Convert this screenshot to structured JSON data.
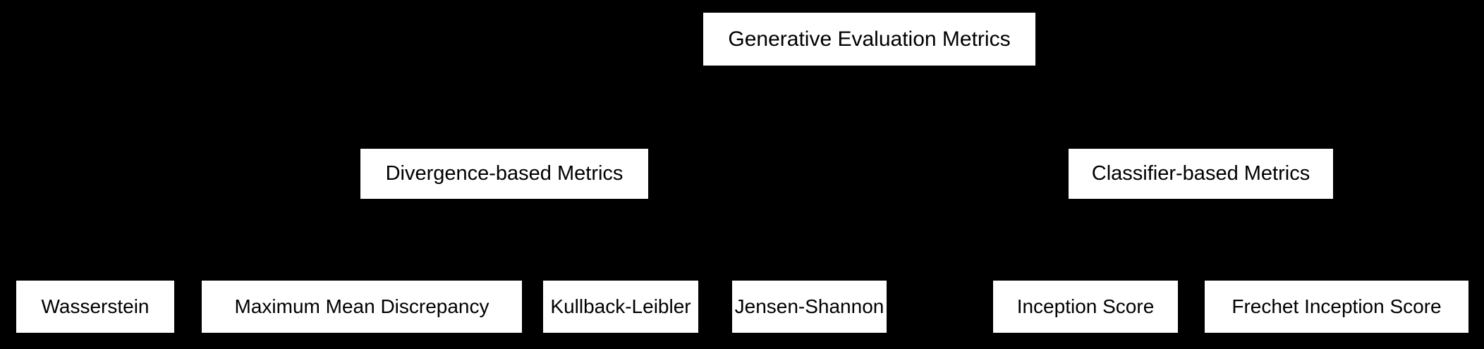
{
  "diagram": {
    "type": "tree-hierarchy",
    "background_color": "#000000",
    "node_fill_color": "#ffffff",
    "node_text_color": "#000000",
    "connector_color": "#000000",
    "root": {
      "id": "generative-evaluation-metrics",
      "label": "Generative Evaluation Metrics"
    },
    "categories": [
      {
        "id": "divergence-based-metrics",
        "label": "Divergence-based Metrics"
      },
      {
        "id": "classifier-based-metrics",
        "label": "Classifier-based Metrics"
      }
    ],
    "leaves": [
      {
        "id": "wasserstein",
        "label": "Wasserstein",
        "parent": "divergence-based-metrics"
      },
      {
        "id": "maximum-mean-discrepancy",
        "label": "Maximum Mean Discrepancy",
        "parent": "divergence-based-metrics"
      },
      {
        "id": "kullback-leibler",
        "label": "Kullback-Leibler",
        "parent": "divergence-based-metrics"
      },
      {
        "id": "jensen-shannon",
        "label": "Jensen-Shannon",
        "parent": "divergence-based-metrics"
      },
      {
        "id": "inception-score",
        "label": "Inception Score",
        "parent": "classifier-based-metrics"
      },
      {
        "id": "frechet-inception-score",
        "label": "Frechet Inception Score",
        "parent": "classifier-based-metrics"
      }
    ]
  }
}
